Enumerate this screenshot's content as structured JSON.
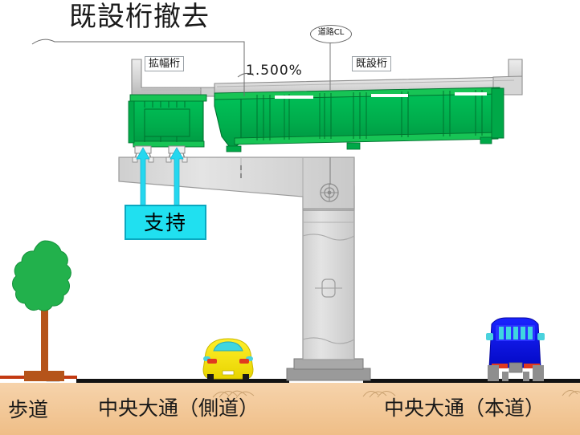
{
  "figure": {
    "title": "既設桁撤去",
    "slope_label": "1.500%",
    "centerline_label": "道路CL",
    "support_label": "支持"
  },
  "callouts": [
    {
      "name": "widening-girder",
      "label": "拡幅桁"
    },
    {
      "name": "existing-girder",
      "label": "既設桁"
    }
  ],
  "ground_labels": [
    {
      "name": "sidewalk",
      "label": "歩道"
    },
    {
      "name": "chuo-odori-side-road",
      "label": "中央大通（側道）"
    },
    {
      "name": "chuo-odori-main-road",
      "label": "中央大通（本道）"
    }
  ],
  "colors": {
    "girder_green": "#00b050",
    "girder_green_dark": "#008a3e",
    "widening_green": "#18c754",
    "support_cyan": "#20e0f0",
    "deck_gray": "#d9d9d9",
    "deck_gray_dark": "#a6a6a6",
    "pier_gray": "#dcdcdc",
    "pier_outline": "#8a8a8a",
    "ground_tan": "#f2c89a",
    "road_black": "#1a1a1a",
    "tree_green": "#22b14c",
    "tree_trunk": "#b5541a",
    "car_yellow": "#f2e313",
    "truck_blue": "#0b18e8",
    "text_dark": "#1a1a1a"
  },
  "vehicles": [
    {
      "name": "car",
      "color": "#f2e313"
    },
    {
      "name": "truck",
      "color": "#0b18e8"
    }
  ],
  "scenery": [
    {
      "name": "street-tree",
      "foliage": "#22b14c",
      "trunk": "#b5541a"
    }
  ]
}
